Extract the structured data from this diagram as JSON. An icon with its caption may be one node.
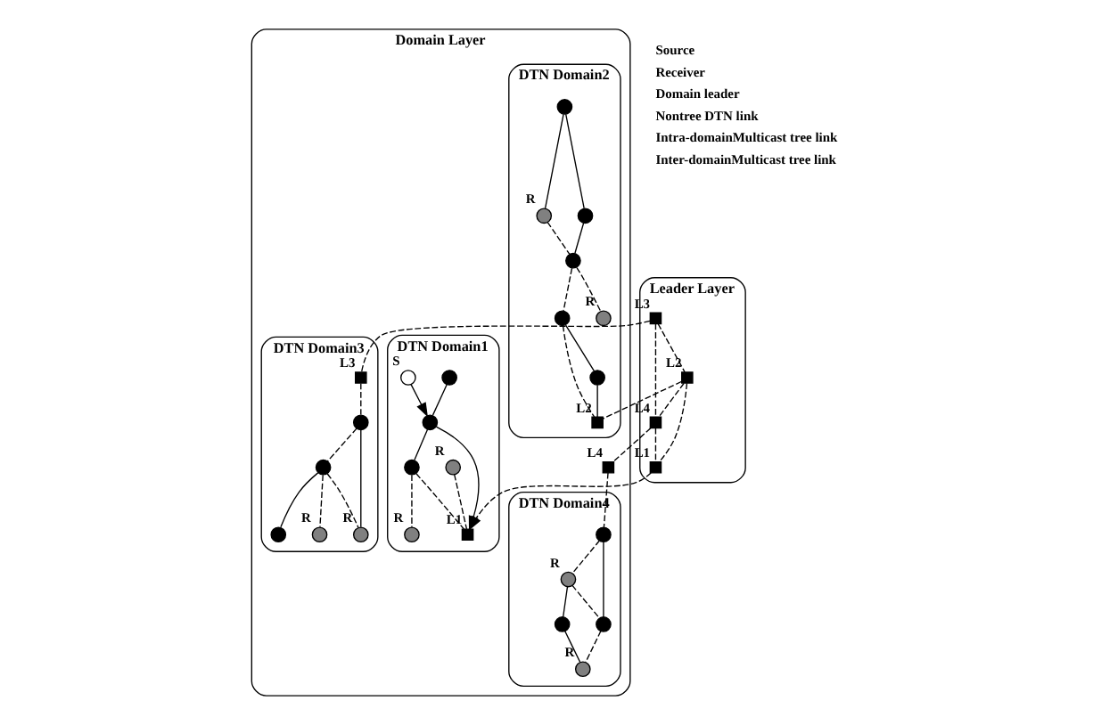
{
  "diagram": {
    "nodes": [
      {
        "text": [
          "Leader Layer"
        ]
      },
      {
        "text": [],
        "shape": "box",
        "beside": [
          "L2"
        ],
        "in": 0
      },
      {
        "text": [],
        "shape": "box",
        "beside": [
          "L1"
        ],
        "in": 0
      },
      {
        "text": [],
        "shape": "box",
        "beside": [
          "L3"
        ],
        "in": 0
      },
      {
        "text": [],
        "shape": "box",
        "beside": [
          "L4"
        ],
        "in": 0
      },
      {
        "text": [
          "Domain Layer"
        ]
      },
      {
        "text": [
          "DTN Domain2"
        ],
        "in": 5
      },
      {
        "text": [],
        "shape": "circle",
        "beside": [
          "R"
        ],
        "in": 6
      },
      {
        "text": [],
        "shape": "circle",
        "in": 6
      },
      {
        "text": [],
        "shape": "circle",
        "in": 6
      },
      {
        "text": [],
        "shape": "circle",
        "in": 6
      },
      {
        "text": [],
        "shape": "box",
        "beside": [
          "L2"
        ],
        "in": 6
      },
      {
        "text": [],
        "shape": "circle",
        "in": 6
      },
      {
        "text": [],
        "shape": "circle",
        "in": 6
      },
      {
        "text": [],
        "shape": "circle",
        "beside": [
          "R"
        ],
        "in": 6
      },
      {
        "text": [
          "DTN Domain1"
        ],
        "in": 5
      },
      {
        "text": [],
        "shape": "circle",
        "in": 15
      },
      {
        "text": [],
        "shape": "circle",
        "beside": [
          "S"
        ],
        "in": 15
      },
      {
        "text": [],
        "shape": "circle",
        "in": 15
      },
      {
        "text": [],
        "shape": "circle",
        "beside": [
          "R"
        ],
        "in": 15
      },
      {
        "text": [],
        "shape": "circle",
        "in": 15
      },
      {
        "text": [],
        "shape": "circle",
        "beside": [
          "R"
        ],
        "in": 15
      },
      {
        "text": [],
        "shape": "box",
        "beside": [
          "L1"
        ],
        "in": 15
      },
      {
        "text": [
          "DTN Domain3"
        ],
        "in": 5
      },
      {
        "text": [],
        "shape": "box",
        "beside": [
          "L3"
        ],
        "in": 23
      },
      {
        "text": [],
        "shape": "circle",
        "in": 23
      },
      {
        "text": [],
        "shape": "circle",
        "in": 23
      },
      {
        "text": [],
        "shape": "circle",
        "beside": [
          "R"
        ],
        "in": 23
      },
      {
        "text": [],
        "shape": "circle",
        "beside": [
          "R"
        ],
        "in": 23
      },
      {
        "text": [],
        "shape": "circle",
        "in": 23
      },
      {
        "text": [
          "DTN Domain4"
        ],
        "in": 5
      },
      {
        "text": [],
        "shape": "box",
        "beside": [
          "L4"
        ],
        "in": 5
      },
      {
        "text": [],
        "shape": "circle",
        "in": 30
      },
      {
        "text": [],
        "shape": "circle",
        "beside": [
          "R"
        ],
        "in": 30
      },
      {
        "text": [],
        "shape": "circle",
        "in": 30
      },
      {
        "text": [],
        "shape": "circle",
        "in": 30
      },
      {
        "text": [],
        "shape": "circle",
        "beside": [
          "R"
        ],
        "in": 30
      }
    ],
    "edges": [
      {
        "from": 3,
        "to": 1,
        "arrow": "none",
        "style": "dashed"
      },
      {
        "from": 1,
        "to": 2,
        "arrow": "none",
        "style": "dashed"
      },
      {
        "from": 3,
        "to": 4,
        "arrow": "none",
        "style": "dashed"
      },
      {
        "from": 4,
        "to": 2,
        "arrow": "none",
        "style": "dashed"
      },
      {
        "from": 1,
        "to": 4,
        "arrow": "none",
        "style": "dashed"
      },
      {
        "from": 3,
        "to": 24,
        "arrow": "none",
        "style": "dashed"
      },
      {
        "from": 4,
        "to": 31,
        "arrow": "none",
        "style": "dashed"
      },
      {
        "from": 1,
        "to": 11,
        "arrow": "none",
        "style": "dashed"
      },
      {
        "from": 2,
        "to": 22,
        "arrow": "to",
        "style": "dashed"
      },
      {
        "from": 9,
        "to": 7,
        "arrow": "none"
      },
      {
        "from": 9,
        "to": 12,
        "arrow": "none"
      },
      {
        "from": 12,
        "to": 10,
        "arrow": "none"
      },
      {
        "from": 7,
        "to": 10,
        "arrow": "none",
        "style": "dashed"
      },
      {
        "from": 10,
        "to": 14,
        "arrow": "none",
        "style": "dashed"
      },
      {
        "from": 10,
        "to": 8,
        "arrow": "none",
        "style": "dashed"
      },
      {
        "from": 8,
        "to": 11,
        "arrow": "none",
        "style": "dashed"
      },
      {
        "from": 8,
        "to": 13,
        "arrow": "none"
      },
      {
        "from": 13,
        "to": 11,
        "arrow": "none"
      },
      {
        "from": 16,
        "to": 18,
        "arrow": "none"
      },
      {
        "from": 17,
        "to": 18,
        "arrow": "to"
      },
      {
        "from": 18,
        "to": 22,
        "arrow": "to"
      },
      {
        "from": 18,
        "to": 20,
        "arrow": "none"
      },
      {
        "from": 20,
        "to": 22,
        "arrow": "none",
        "style": "dashed"
      },
      {
        "from": 20,
        "to": 21,
        "arrow": "none",
        "style": "dashed"
      },
      {
        "from": 19,
        "to": 22,
        "arrow": "none",
        "style": "dashed"
      },
      {
        "from": 24,
        "to": 25,
        "arrow": "none",
        "style": "dashed"
      },
      {
        "from": 25,
        "to": 26,
        "arrow": "none",
        "style": "dashed"
      },
      {
        "from": 26,
        "to": 27,
        "arrow": "none",
        "style": "dashed"
      },
      {
        "from": 25,
        "to": 28,
        "arrow": "none"
      },
      {
        "from": 26,
        "to": 28,
        "arrow": "none",
        "style": "dashed"
      },
      {
        "from": 26,
        "to": 29,
        "arrow": "none"
      },
      {
        "from": 31,
        "to": 32,
        "arrow": "none",
        "style": "dashed"
      },
      {
        "from": 32,
        "to": 33,
        "arrow": "none",
        "style": "dashed"
      },
      {
        "from": 32,
        "to": 35,
        "arrow": "none"
      },
      {
        "from": 33,
        "to": 34,
        "arrow": "none"
      },
      {
        "from": 33,
        "to": 35,
        "arrow": "none",
        "style": "dashed"
      },
      {
        "from": 35,
        "to": 36,
        "arrow": "none",
        "style": "dashed"
      },
      {
        "from": 34,
        "to": 36,
        "arrow": "none"
      }
    ],
    "legend": [
      {
        "text": "Source"
      },
      {
        "text": "Receiver"
      },
      {
        "text": "Domain leader"
      },
      {
        "text": "Nontree DTN link"
      },
      {
        "text": "Intra-domainMulticast tree link"
      },
      {
        "text": "Inter-domainMulticast tree link"
      }
    ]
  }
}
